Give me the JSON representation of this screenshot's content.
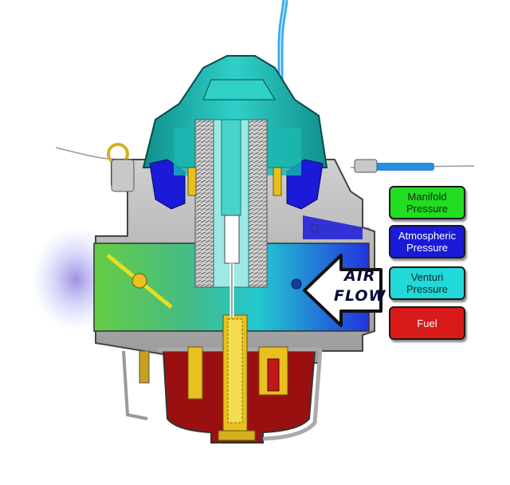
{
  "diagram": {
    "legend": [
      {
        "lines": [
          "Manifold",
          "Pressure"
        ],
        "color": "#22dd22"
      },
      {
        "lines": [
          "Atmospheric",
          "Pressure"
        ],
        "color": "#1a1ad8"
      },
      {
        "lines": [
          "Venturi",
          "Pressure"
        ],
        "color": "#22d8d8"
      },
      {
        "lines": [
          "Fuel"
        ],
        "color": "#d81a1a"
      }
    ],
    "flow_label": {
      "line1": "AIR",
      "line2": "FLOW"
    },
    "colors": {
      "body": "#b8b8b8",
      "body_dark": "#8a8a8a",
      "cap": "#1fb5b0",
      "manifold": "#22dd22",
      "atmospheric": "#1a1ad8",
      "venturi": "#22d8d8",
      "fuel": "#c01818",
      "brass": "#e8c020",
      "tube": "#39a8e8"
    }
  }
}
